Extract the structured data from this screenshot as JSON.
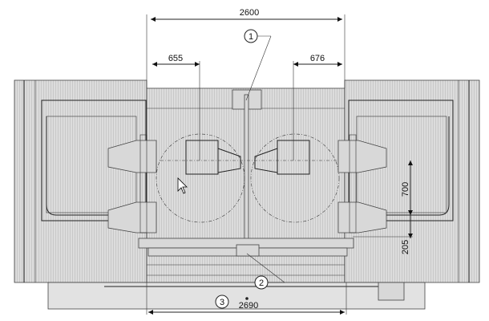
{
  "drawing": {
    "dimensions": {
      "overall_top": "2600",
      "left_offset": "655",
      "right_offset": "676",
      "vertical_upper": "700",
      "vertical_lower": "205",
      "overall_bottom": "2690"
    },
    "callouts": [
      "1",
      "2",
      "3"
    ]
  }
}
